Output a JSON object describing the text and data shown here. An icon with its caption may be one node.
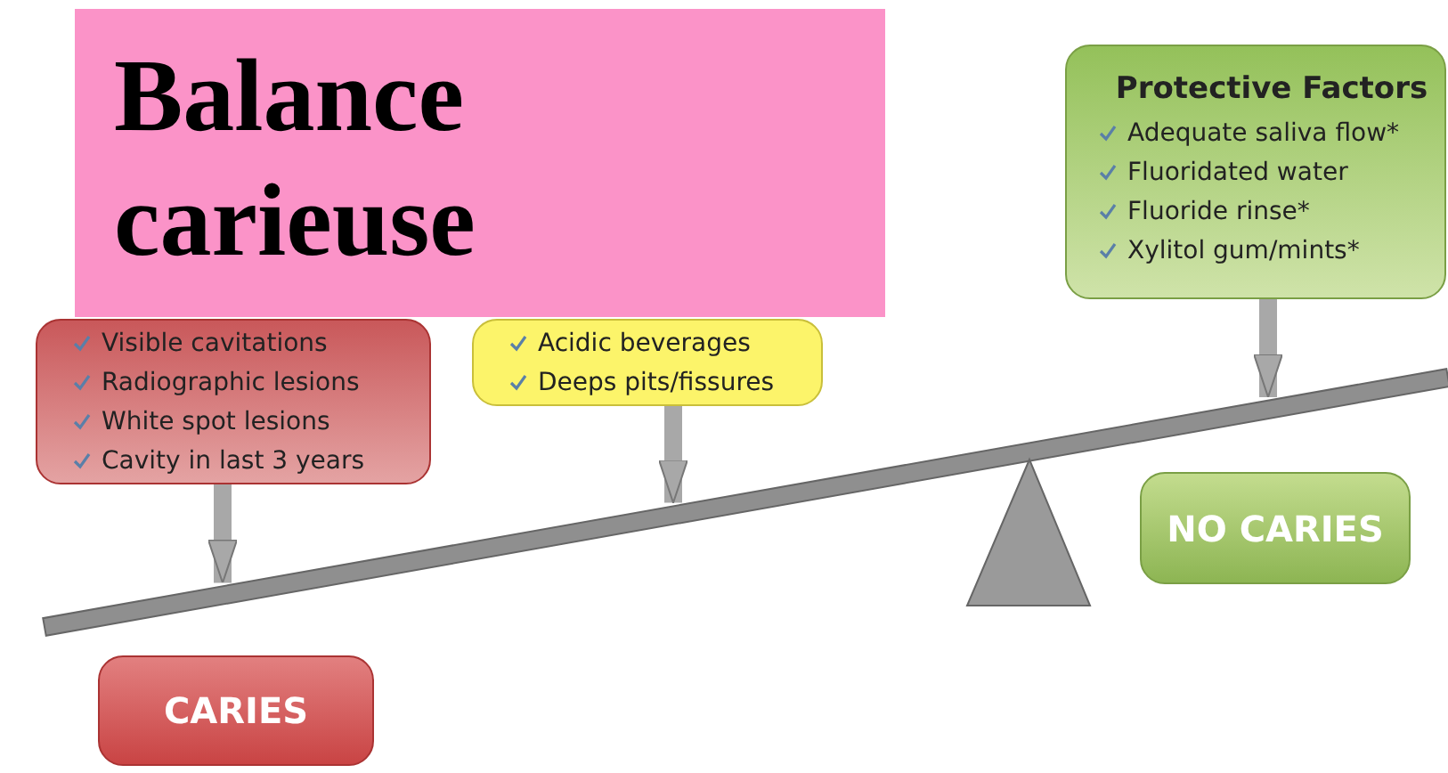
{
  "diagram": {
    "title": "Balance carieuse",
    "nodes": [
      {
        "text": [
          "Visible cavitations",
          "Radiographic lesions",
          "White spot lesions",
          "Cavity in last 3 years"
        ]
      },
      {
        "text": [
          "Acidic beverages",
          "Deeps pits/fissures"
        ]
      },
      {
        "text": [
          "Protective Factors",
          "Adequate saliva flow*",
          "Fluoridated water",
          "Fluoride rinse*",
          "Xylitol gum/mints*"
        ]
      },
      {
        "text": [],
        "shape": "bar"
      },
      {
        "text": [
          "NO CARIES"
        ]
      },
      {
        "text": [
          "CARIES"
        ]
      },
      {
        "text": [],
        "shape": "triangle"
      }
    ],
    "edges": [
      {
        "from": 0,
        "to": 3,
        "arrow": "to"
      },
      {
        "from": 1,
        "to": 3,
        "arrow": "to"
      },
      {
        "from": 2,
        "to": 3,
        "arrow": "to"
      }
    ]
  }
}
